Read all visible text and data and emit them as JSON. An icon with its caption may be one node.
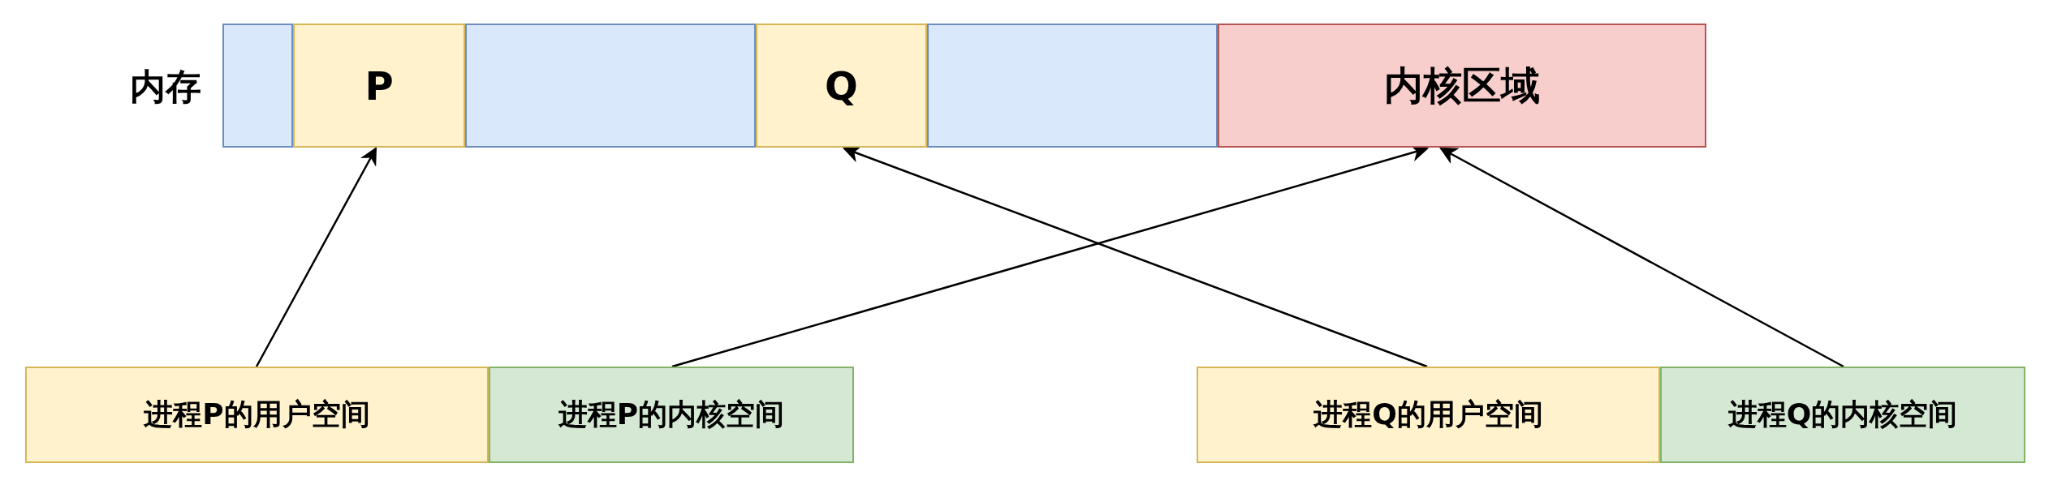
{
  "diagram": {
    "nodes": [
      {
        "text": [],
        "shape": "box"
      },
      {
        "text": [
          "P"
        ]
      },
      {
        "text": [],
        "shape": "box"
      },
      {
        "text": [
          "Q"
        ]
      },
      {
        "text": [],
        "shape": "box"
      },
      {
        "text": [
          "内核区域"
        ]
      },
      {
        "text": [
          "进程P的用户空间"
        ]
      },
      {
        "text": [
          "进程P的内核空间"
        ]
      },
      {
        "text": [
          "进程Q的用户空间"
        ]
      },
      {
        "text": [
          "进程Q的内核空间"
        ]
      }
    ],
    "edges": [
      {
        "from": 6,
        "to": 1,
        "arrow": "to"
      },
      {
        "from": 7,
        "to": 5,
        "arrow": "to"
      },
      {
        "from": 8,
        "to": 3,
        "arrow": "to"
      },
      {
        "from": 9,
        "to": 5,
        "arrow": "to"
      }
    ],
    "labels": [
      "内存"
    ]
  }
}
